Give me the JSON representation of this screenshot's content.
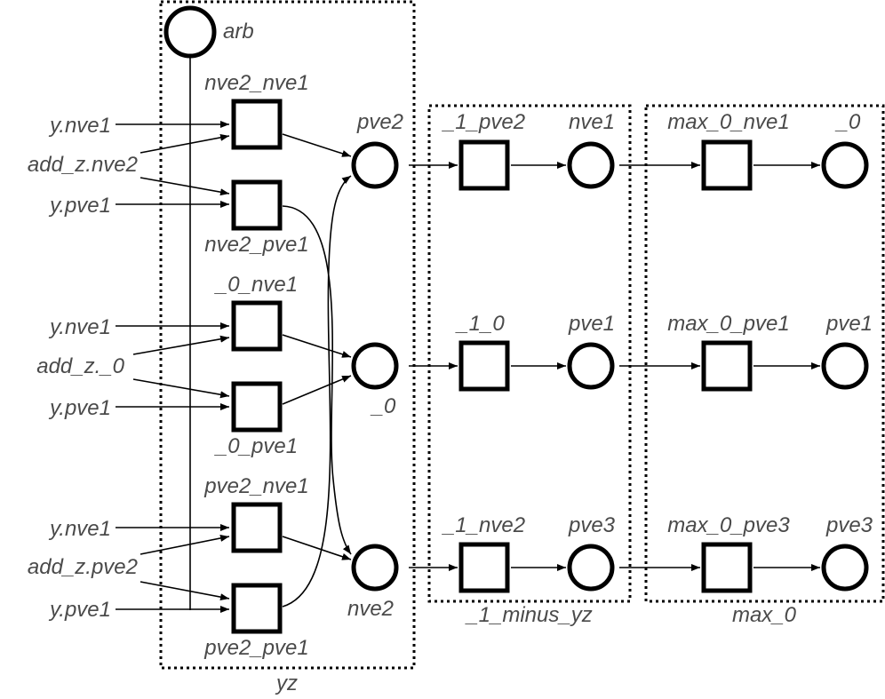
{
  "colors": {
    "label": "#4a4a4a",
    "line": "#000000",
    "background": "#ffffff"
  },
  "clusters": {
    "yz": "yz",
    "one_minus_yz": "_1_minus_yz",
    "max_0": "max_0"
  },
  "inputs": {
    "row1": {
      "y_nve1": "y.nve1",
      "add_z": "add_z.nve2",
      "y_pve1": "y.pve1"
    },
    "row2": {
      "y_nve1": "y.nve1",
      "add_z": "add_z._0",
      "y_pve1": "y.pve1"
    },
    "row3": {
      "y_nve1": "y.nve1",
      "add_z": "add_z.pve2",
      "y_pve1": "y.pve1"
    }
  },
  "yz_nodes": {
    "arb": "arb",
    "nve2_nve1": "nve2_nve1",
    "nve2_pve1": "nve2_pve1",
    "zero_nve1": "_0_nve1",
    "zero_pve1": "_0_pve1",
    "pve2_nve1": "pve2_nve1",
    "pve2_pve1": "pve2_pve1",
    "pve2": "pve2",
    "zero": "_0",
    "nve2": "nve2"
  },
  "one_minus_nodes": {
    "op1": "_1_pve2",
    "out1": "nve1",
    "op2": "_1_0",
    "out2": "pve1",
    "op3": "_1_nve2",
    "out3": "pve3"
  },
  "max_nodes": {
    "op1": "max_0_nve1",
    "out1": "_0",
    "op2": "max_0_pve1",
    "out2": "pve1",
    "op3": "max_0_pve3",
    "out3": "pve3"
  }
}
